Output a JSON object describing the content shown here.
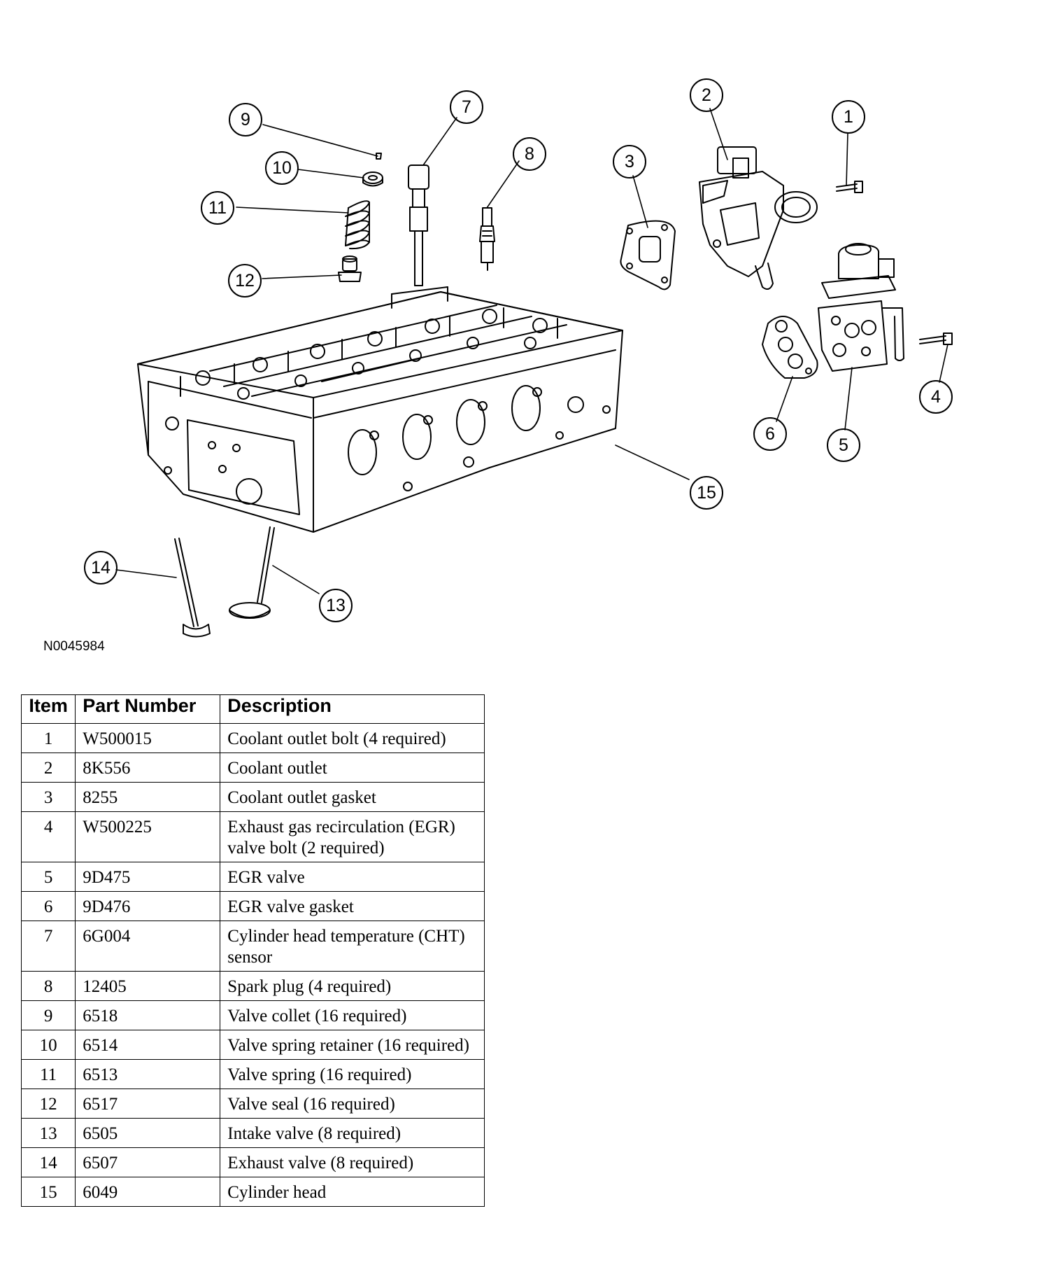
{
  "figure_id": "N0045984",
  "callouts": [
    "1",
    "2",
    "3",
    "4",
    "5",
    "6",
    "7",
    "8",
    "9",
    "10",
    "11",
    "12",
    "13",
    "14",
    "15"
  ],
  "table": {
    "headers": {
      "item": "Item",
      "part": "Part Number",
      "desc": "Description"
    },
    "rows": [
      {
        "item": "1",
        "part": "W500015",
        "desc": "Coolant outlet bolt (4 required)"
      },
      {
        "item": "2",
        "part": "8K556",
        "desc": "Coolant outlet"
      },
      {
        "item": "3",
        "part": "8255",
        "desc": "Coolant outlet gasket"
      },
      {
        "item": "4",
        "part": "W500225",
        "desc": "Exhaust gas recirculation (EGR) valve bolt (2 required)"
      },
      {
        "item": "5",
        "part": "9D475",
        "desc": "EGR valve"
      },
      {
        "item": "6",
        "part": "9D476",
        "desc": "EGR valve gasket"
      },
      {
        "item": "7",
        "part": "6G004",
        "desc": "Cylinder head temperature (CHT) sensor"
      },
      {
        "item": "8",
        "part": "12405",
        "desc": "Spark plug (4 required)"
      },
      {
        "item": "9",
        "part": "6518",
        "desc": "Valve collet (16 required)"
      },
      {
        "item": "10",
        "part": "6514",
        "desc": "Valve spring retainer (16 required)"
      },
      {
        "item": "11",
        "part": "6513",
        "desc": "Valve spring (16 required)"
      },
      {
        "item": "12",
        "part": "6517",
        "desc": "Valve seal (16 required)"
      },
      {
        "item": "13",
        "part": "6505",
        "desc": "Intake valve (8 required)"
      },
      {
        "item": "14",
        "part": "6507",
        "desc": "Exhaust valve (8 required)"
      },
      {
        "item": "15",
        "part": "6049",
        "desc": "Cylinder head"
      }
    ]
  }
}
